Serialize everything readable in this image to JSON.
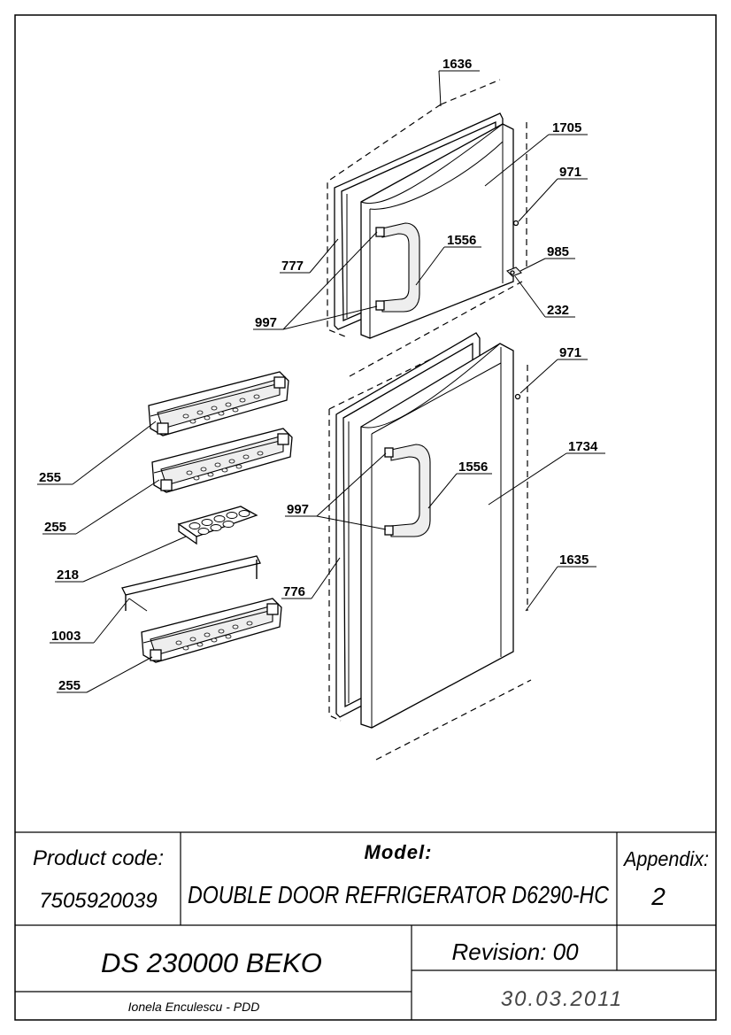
{
  "parts": {
    "p1636": "1636",
    "p1705": "1705",
    "p971a": "971",
    "p777": "777",
    "p1556a": "1556",
    "p985": "985",
    "p997a": "997",
    "p232": "232",
    "p971b": "971",
    "p255a": "255",
    "p1734": "1734",
    "p1556b": "1556",
    "p255b": "255",
    "p997b": "997",
    "p218": "218",
    "p1635": "1635",
    "p776": "776",
    "p1003": "1003",
    "p255c": "255"
  },
  "title_block": {
    "product_code_label": "Product code:",
    "product_code": "7505920039",
    "model_label": "Model:",
    "model": "DOUBLE DOOR REFRIGERATOR D6290-HC",
    "appendix_label": "Appendix:",
    "appendix": "2",
    "doc_id": "DS 230000 BEKO",
    "revision": "Revision: 00",
    "author": "Ionela Enculescu - PDD",
    "date": "30.03.2011"
  }
}
